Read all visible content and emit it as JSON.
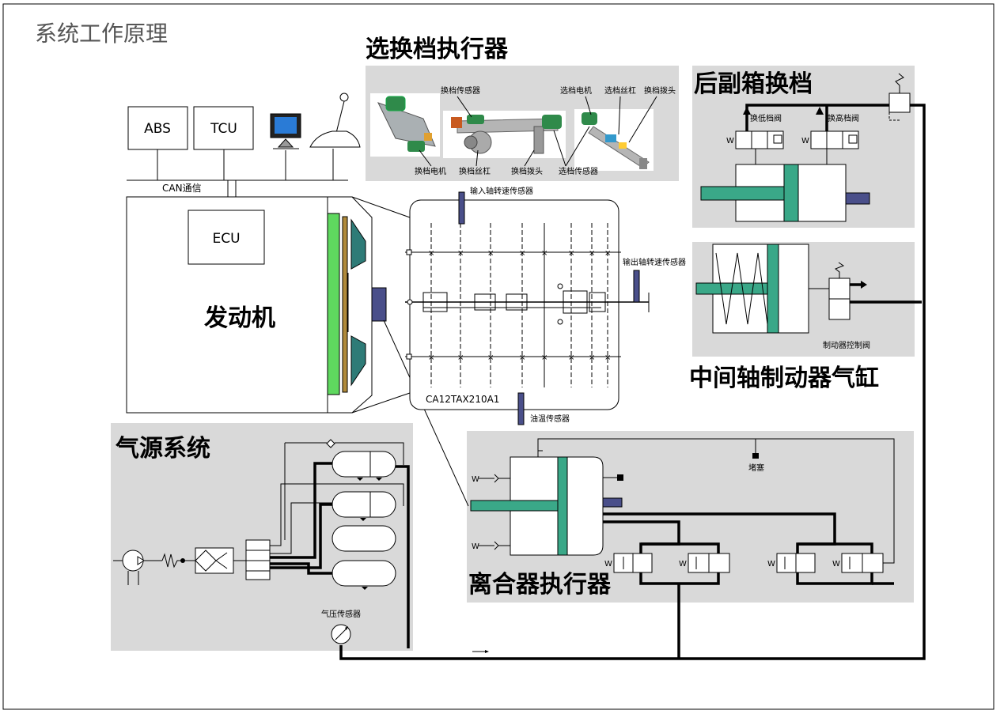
{
  "page_title": "系统工作原理",
  "engine": {
    "label": "发动机",
    "ecu": "ECU"
  },
  "top_boxes": {
    "abs": "ABS",
    "tcu": "TCU"
  },
  "can_label": "CAN通信",
  "gearshift_actuator": {
    "title": "选换档执行器",
    "labels": {
      "shift_sensor_top": "换档传感器",
      "shift_motor": "换档电机",
      "shift_screw": "换档丝杠",
      "shift_fork": "换档拨头",
      "select_sensor": "选档传感器",
      "select_motor": "选档电机",
      "select_screw": "选档丝杠",
      "select_fork": "换档拨头"
    }
  },
  "rear_aux_box": {
    "title": "后副箱换档",
    "low_valve": "换低档阀",
    "high_valve": "换高档阀"
  },
  "countershaft_brake": {
    "title": "中间轴制动器气缸",
    "valve_label": "制动器控制阀"
  },
  "gearbox": {
    "model": "CA12TAX210A1",
    "input_speed_sensor": "输入轴转速传感器",
    "output_speed_sensor": "输出轴转速传感器",
    "oil_temp_sensor": "油温传感器"
  },
  "air_supply": {
    "title": "气源系统",
    "pressure_sensor": "气压传感器"
  },
  "clutch_actuator": {
    "title": "离合器执行器",
    "plug": "堵塞"
  },
  "colors": {
    "panel": "#d9d9d9",
    "teal": "#3aa888",
    "navy": "#4a4f8a",
    "green": "#5fd85f",
    "monitor": "#2a7bd6"
  }
}
